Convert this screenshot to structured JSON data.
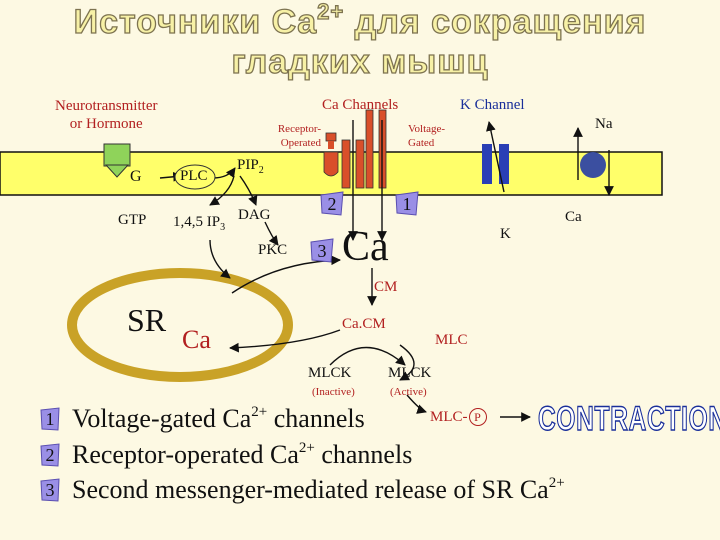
{
  "title": {
    "line1_prefix": "Источники Ca",
    "line1_sup": "2+",
    "line1_suffix": " для сокращения",
    "line2": "гладких мышц"
  },
  "diagram": {
    "neurotransmitter_line1": "Neurotransmitter",
    "neurotransmitter_line2": "or Hormone",
    "ca_channels": "Ca Channels",
    "k_channel": "K Channel",
    "receptor_operated_line1": "Receptor-",
    "receptor_operated_line2": "Operated",
    "voltage_gated_line1": "Voltage-",
    "voltage_gated_line2": "Gated",
    "na": "Na",
    "g": "G",
    "plc": "PLC",
    "pip": "PIP",
    "pip_sub": "2",
    "gtp": "GTP",
    "ip3": "1,4,5 IP",
    "ip3_sub": "3",
    "dag": "DAG",
    "pkc": "PKC",
    "ca_center": "Ca",
    "k": "K",
    "ca_right": "Ca",
    "cm": "CM",
    "sr": "SR",
    "ca_sr": "Ca",
    "cacm": "Ca.CM",
    "mlc": "MLC",
    "mlck_inactive": "MLCK",
    "inactive": "(Inactive)",
    "mlck_active": "MLCK",
    "active": "(Active)",
    "mlc_p": "MLC-",
    "p": "P",
    "contraction": "CONTRACTION",
    "badge1": "1",
    "badge2": "2",
    "badge3": "3"
  },
  "legend": [
    {
      "num": "1",
      "prefix": "Voltage-gated Ca",
      "sup": "2+",
      "suffix": " channels"
    },
    {
      "num": "2",
      "prefix": "Receptor-operated Ca",
      "sup": "2+",
      "suffix": " channels"
    },
    {
      "num": "3",
      "prefix": "Second messenger-mediated release of SR Ca",
      "sup": "2+",
      "suffix": ""
    }
  ],
  "colors": {
    "background": "#fdf9e3",
    "membrane": "#ffff6a",
    "sr_ring": "#c9a227",
    "receptor": "#8fd35a",
    "ca_channel": "#d94f2a",
    "k_channel": "#2a3fb5",
    "badge": "#9a8fe6",
    "red_text": "#b22020",
    "blue_text": "#1a2f9a"
  }
}
